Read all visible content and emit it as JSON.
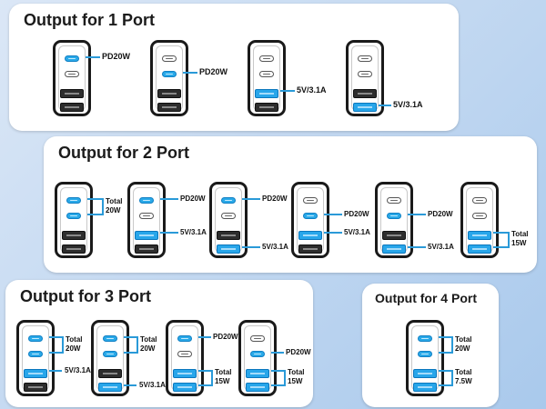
{
  "sections": {
    "one_port": {
      "title": "Output for 1 Port"
    },
    "two_port": {
      "title": "Output for 2 Port"
    },
    "three_port": {
      "title": "Output for 3 Port"
    },
    "four_port": {
      "title": "Output for 4 Port"
    }
  },
  "labels": {
    "pd20w": "PD20W",
    "a_31": "5V/3.1A",
    "total": "Total",
    "w20": "20W",
    "w15": "15W",
    "w75": "7.5W"
  },
  "colors": {
    "active_port": "#2aa9e8",
    "connector_line": "#2a9ad8"
  }
}
